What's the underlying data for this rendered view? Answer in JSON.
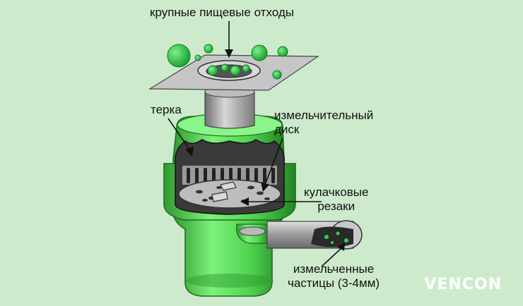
{
  "labels": {
    "food_waste": "крупные пищевые отходы",
    "grater": "терка",
    "disk_line1": "измельчительный",
    "disk_line2": "диск",
    "cams_line1": "кулачковые",
    "cams_line2": "резаки",
    "particles_line1": "измельченные",
    "particles_line2": "частицы (3-4мм)"
  },
  "logo": "VENCON",
  "colors": {
    "background": "#cdebcc",
    "body_green": "#5fe35f",
    "waste_green": "#22c03a",
    "metal": "#a9a9a9",
    "sink_plate": "#c6c6c6"
  }
}
